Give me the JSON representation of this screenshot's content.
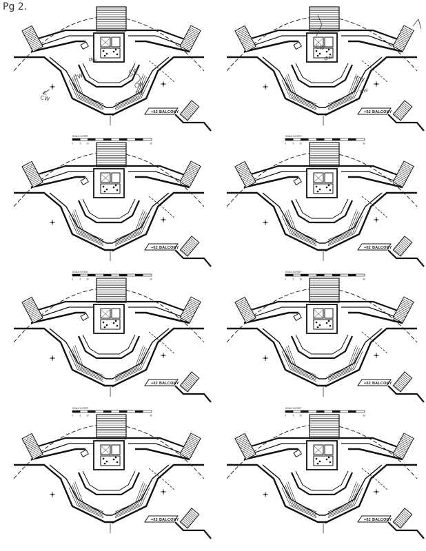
{
  "page": {
    "number_label": "Pg 2."
  },
  "plan_labels": {
    "balcony": "BALCONY",
    "level_tag": "+02",
    "centerline": "℄",
    "scale_title": "SCALE IN FEET",
    "scale_ticks": [
      "0",
      "5",
      "10",
      "20",
      "30"
    ]
  },
  "plans": [
    {
      "id": "p1",
      "col": 0,
      "row": 0,
      "show_scale": false,
      "annotations": [
        "CW",
        "CW",
        "dw",
        "CW",
        "dw",
        "CW"
      ]
    },
    {
      "id": "p2",
      "col": 1,
      "row": 0,
      "show_scale": false,
      "annotations": [
        "CW",
        "dw",
        "CW",
        "dw"
      ]
    },
    {
      "id": "p3",
      "col": 0,
      "row": 1,
      "show_scale": true,
      "annotations": []
    },
    {
      "id": "p4",
      "col": 1,
      "row": 1,
      "show_scale": true,
      "annotations": []
    },
    {
      "id": "p5",
      "col": 0,
      "row": 2,
      "show_scale": true,
      "annotations": []
    },
    {
      "id": "p6",
      "col": 1,
      "row": 2,
      "show_scale": true,
      "annotations": []
    },
    {
      "id": "p7",
      "col": 0,
      "row": 3,
      "show_scale": true,
      "annotations": []
    },
    {
      "id": "p8",
      "col": 1,
      "row": 3,
      "show_scale": true,
      "annotations": []
    }
  ],
  "colors": {
    "ink": "#111111",
    "paper": "#ffffff",
    "pencil": "#444444"
  }
}
